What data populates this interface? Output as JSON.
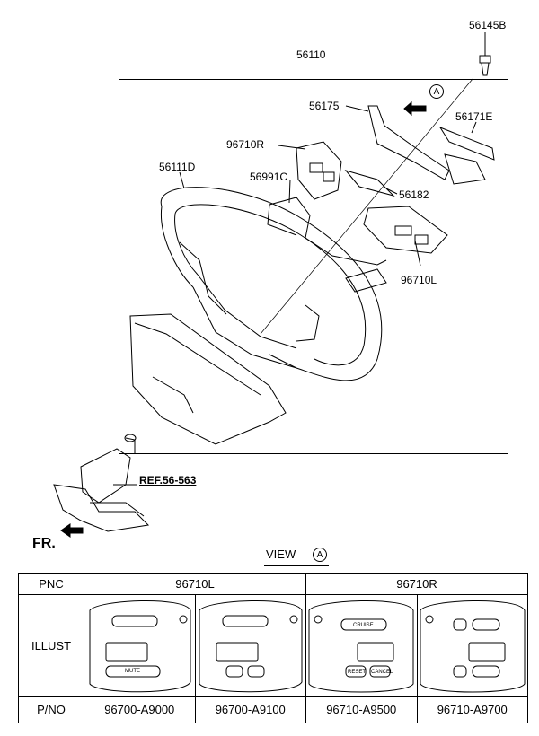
{
  "callouts": {
    "p56145B": "56145B",
    "p56110": "56110",
    "p56175": "56175",
    "p56171E": "56171E",
    "p96710R": "96710R",
    "p56111D": "56111D",
    "p56991C": "56991C",
    "p56182": "56182",
    "p96710L": "96710L",
    "viewA_marker": "A"
  },
  "ref_label": "REF.56-563",
  "fr_label": "FR.",
  "view": {
    "label": "VIEW",
    "marker": "A"
  },
  "table": {
    "pnc_header": "PNC",
    "illust_header": "ILLUST",
    "pno_header": "P/NO",
    "groups": [
      "96710L",
      "96710R"
    ],
    "part_numbers": [
      "96700-A9000",
      "96700-A9100",
      "96710-A9500",
      "96710-A9700"
    ]
  },
  "switch_buttons": {
    "mute": "MUTE",
    "cruise": "CRUISE",
    "cancel": "CANCEL",
    "reset": "RESET"
  }
}
